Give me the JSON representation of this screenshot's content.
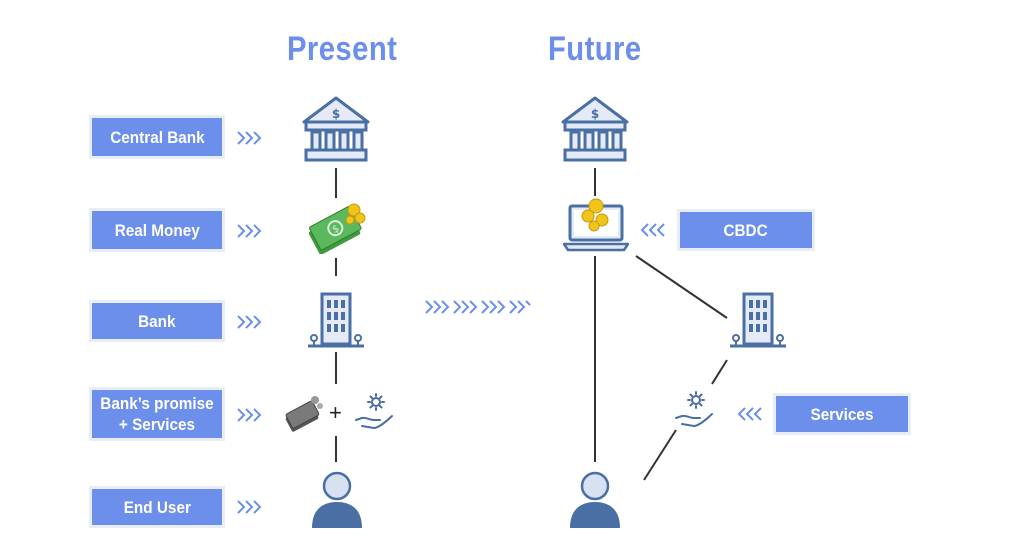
{
  "headings": {
    "present": "Present",
    "future": "Future"
  },
  "labels": {
    "central_bank": "Central Bank",
    "real_money": "Real Money",
    "bank": "Bank",
    "promise_services": "Bank’s promise\n+ Services",
    "end_user": "End User",
    "cbdc": "CBDC",
    "services": "Services"
  },
  "symbols": {
    "plus": "+"
  },
  "icons": [
    "central-bank-icon",
    "cash-money-icon",
    "bank-building-icon",
    "promissory-note-icon",
    "services-hand-gear-icon",
    "user-icon",
    "laptop-coins-icon",
    "chevron-arrows-icon"
  ],
  "colors": {
    "accent": "#6b8fea",
    "icon_blue": "#4a6fa5",
    "icon_light": "#e4ebf7",
    "line": "#333333",
    "green": "#5cb85c",
    "gold": "#f0c419"
  }
}
